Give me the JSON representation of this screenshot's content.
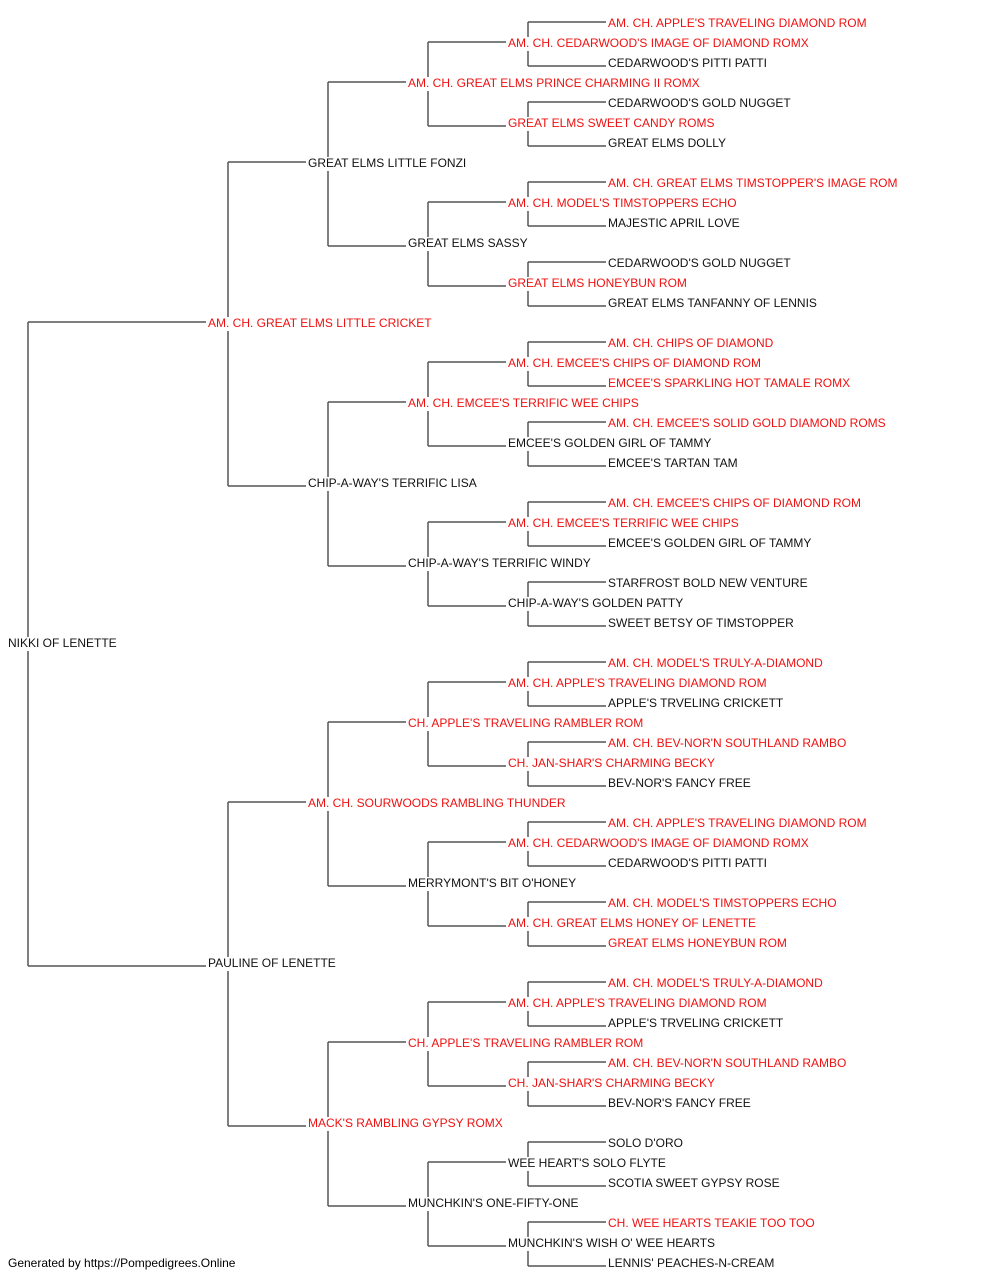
{
  "colors": {
    "champion": "#ee1111",
    "normal": "#111111",
    "line": "#555555"
  },
  "footer": "Generated by https://Pompedigrees.Online",
  "pedigree": {
    "name": "NIKKI OF LENETTE",
    "champion": false,
    "sire": {
      "name": "AM. CH. GREAT ELMS LITTLE CRICKET",
      "champion": true,
      "sire": {
        "name": "GREAT ELMS LITTLE FONZI",
        "champion": false,
        "sire": {
          "name": "AM. CH. GREAT ELMS PRINCE CHARMING II ROMX",
          "champion": true,
          "sire": {
            "name": "AM. CH. CEDARWOOD'S IMAGE OF DIAMOND ROMX",
            "champion": true,
            "sire": {
              "name": "AM. CH. APPLE'S TRAVELING DIAMOND ROM",
              "champion": true
            },
            "dam": {
              "name": "CEDARWOOD'S PITTI PATTI",
              "champion": false
            }
          },
          "dam": {
            "name": "GREAT ELMS SWEET CANDY ROMS",
            "champion": true,
            "sire": {
              "name": "CEDARWOOD'S GOLD NUGGET",
              "champion": false
            },
            "dam": {
              "name": "GREAT ELMS DOLLY",
              "champion": false
            }
          }
        },
        "dam": {
          "name": "GREAT ELMS SASSY",
          "champion": false,
          "sire": {
            "name": "AM. CH. MODEL'S TIMSTOPPERS ECHO",
            "champion": true,
            "sire": {
              "name": "AM. CH. GREAT ELMS TIMSTOPPER'S IMAGE ROM",
              "champion": true
            },
            "dam": {
              "name": "MAJESTIC APRIL LOVE",
              "champion": false
            }
          },
          "dam": {
            "name": "GREAT ELMS HONEYBUN ROM",
            "champion": true,
            "sire": {
              "name": "CEDARWOOD'S GOLD NUGGET",
              "champion": false
            },
            "dam": {
              "name": "GREAT ELMS TANFANNY OF LENNIS",
              "champion": false
            }
          }
        }
      },
      "dam": {
        "name": "CHIP-A-WAY'S TERRIFIC LISA",
        "champion": false,
        "sire": {
          "name": "AM. CH. EMCEE'S TERRIFIC WEE CHIPS",
          "champion": true,
          "sire": {
            "name": "AM. CH. EMCEE'S CHIPS OF DIAMOND ROM",
            "champion": true,
            "sire": {
              "name": "AM. CH. CHIPS OF DIAMOND",
              "champion": true
            },
            "dam": {
              "name": "EMCEE'S SPARKLING HOT TAMALE ROMX",
              "champion": true
            }
          },
          "dam": {
            "name": "EMCEE'S GOLDEN GIRL OF TAMMY",
            "champion": false,
            "sire": {
              "name": "AM. CH. EMCEE'S SOLID GOLD DIAMOND ROMS",
              "champion": true
            },
            "dam": {
              "name": "EMCEE'S TARTAN TAM",
              "champion": false
            }
          }
        },
        "dam": {
          "name": "CHIP-A-WAY'S TERRIFIC WINDY",
          "champion": false,
          "sire": {
            "name": "AM. CH. EMCEE'S TERRIFIC WEE CHIPS",
            "champion": true,
            "sire": {
              "name": "AM. CH. EMCEE'S CHIPS OF DIAMOND ROM",
              "champion": true
            },
            "dam": {
              "name": "EMCEE'S GOLDEN GIRL OF TAMMY",
              "champion": false
            }
          },
          "dam": {
            "name": "CHIP-A-WAY'S GOLDEN PATTY",
            "champion": false,
            "sire": {
              "name": "STARFROST BOLD NEW VENTURE",
              "champion": false
            },
            "dam": {
              "name": "SWEET BETSY OF TIMSTOPPER",
              "champion": false
            }
          }
        }
      }
    },
    "dam": {
      "name": "PAULINE OF LENETTE",
      "champion": false,
      "sire": {
        "name": "AM. CH. SOURWOODS RAMBLING THUNDER",
        "champion": true,
        "sire": {
          "name": "CH. APPLE'S TRAVELING RAMBLER ROM",
          "champion": true,
          "sire": {
            "name": "AM. CH. APPLE'S TRAVELING DIAMOND ROM",
            "champion": true,
            "sire": {
              "name": "AM. CH. MODEL'S TRULY-A-DIAMOND",
              "champion": true
            },
            "dam": {
              "name": "APPLE'S TRVELING CRICKETT",
              "champion": false
            }
          },
          "dam": {
            "name": "CH. JAN-SHAR'S CHARMING BECKY",
            "champion": true,
            "sire": {
              "name": "AM. CH. BEV-NOR'N SOUTHLAND RAMBO",
              "champion": true
            },
            "dam": {
              "name": "BEV-NOR'S FANCY FREE",
              "champion": false
            }
          }
        },
        "dam": {
          "name": "MERRYMONT'S BIT O'HONEY",
          "champion": false,
          "sire": {
            "name": "AM. CH. CEDARWOOD'S IMAGE OF DIAMOND ROMX",
            "champion": true,
            "sire": {
              "name": "AM. CH. APPLE'S TRAVELING DIAMOND ROM",
              "champion": true
            },
            "dam": {
              "name": "CEDARWOOD'S PITTI PATTI",
              "champion": false
            }
          },
          "dam": {
            "name": "AM. CH. GREAT ELMS HONEY OF LENETTE",
            "champion": true,
            "sire": {
              "name": "AM. CH. MODEL'S TIMSTOPPERS ECHO",
              "champion": true
            },
            "dam": {
              "name": "GREAT ELMS HONEYBUN ROM",
              "champion": true
            }
          }
        }
      },
      "dam": {
        "name": "MACK'S RAMBLING GYPSY ROMX",
        "champion": true,
        "sire": {
          "name": "CH. APPLE'S TRAVELING RAMBLER ROM",
          "champion": true,
          "sire": {
            "name": "AM. CH. APPLE'S TRAVELING DIAMOND ROM",
            "champion": true,
            "sire": {
              "name": "AM. CH. MODEL'S TRULY-A-DIAMOND",
              "champion": true
            },
            "dam": {
              "name": "APPLE'S TRVELING CRICKETT",
              "champion": false
            }
          },
          "dam": {
            "name": "CH. JAN-SHAR'S CHARMING BECKY",
            "champion": true,
            "sire": {
              "name": "AM. CH. BEV-NOR'N SOUTHLAND RAMBO",
              "champion": true
            },
            "dam": {
              "name": "BEV-NOR'S FANCY FREE",
              "champion": false
            }
          }
        },
        "dam": {
          "name": "MUNCHKIN'S ONE-FIFTY-ONE",
          "champion": false,
          "sire": {
            "name": "WEE HEART'S SOLO FLYTE",
            "champion": false,
            "sire": {
              "name": "SOLO D'ORO",
              "champion": false
            },
            "dam": {
              "name": "SCOTIA SWEET GYPSY ROSE",
              "champion": false
            }
          },
          "dam": {
            "name": "MUNCHKIN'S WISH O' WEE HEARTS",
            "champion": false,
            "sire": {
              "name": "CH. WEE HEARTS TEAKIE TOO TOO",
              "champion": true
            },
            "dam": {
              "name": "LENNIS' PEACHES-N-CREAM",
              "champion": false
            }
          }
        }
      }
    }
  }
}
